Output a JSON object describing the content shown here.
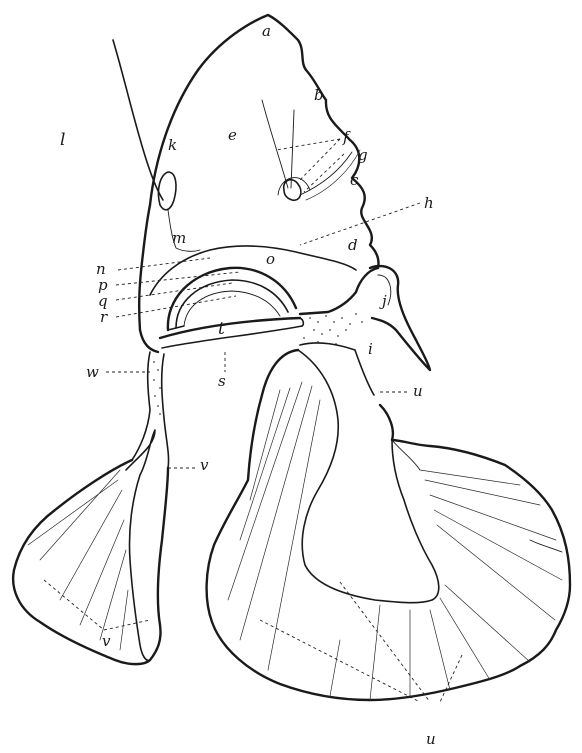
{
  "figure": {
    "labels": {
      "a": "a",
      "b": "b",
      "c": "c",
      "d": "d",
      "e": "e",
      "f": "f",
      "g": "g",
      "h": "h",
      "i": "i",
      "j": "j",
      "k": "k",
      "l": "l",
      "m": "m",
      "n": "n",
      "o": "o",
      "p": "p",
      "q": "q",
      "r": "r",
      "s": "s",
      "t": "t",
      "u": "u",
      "v": "v",
      "w": "w"
    }
  }
}
